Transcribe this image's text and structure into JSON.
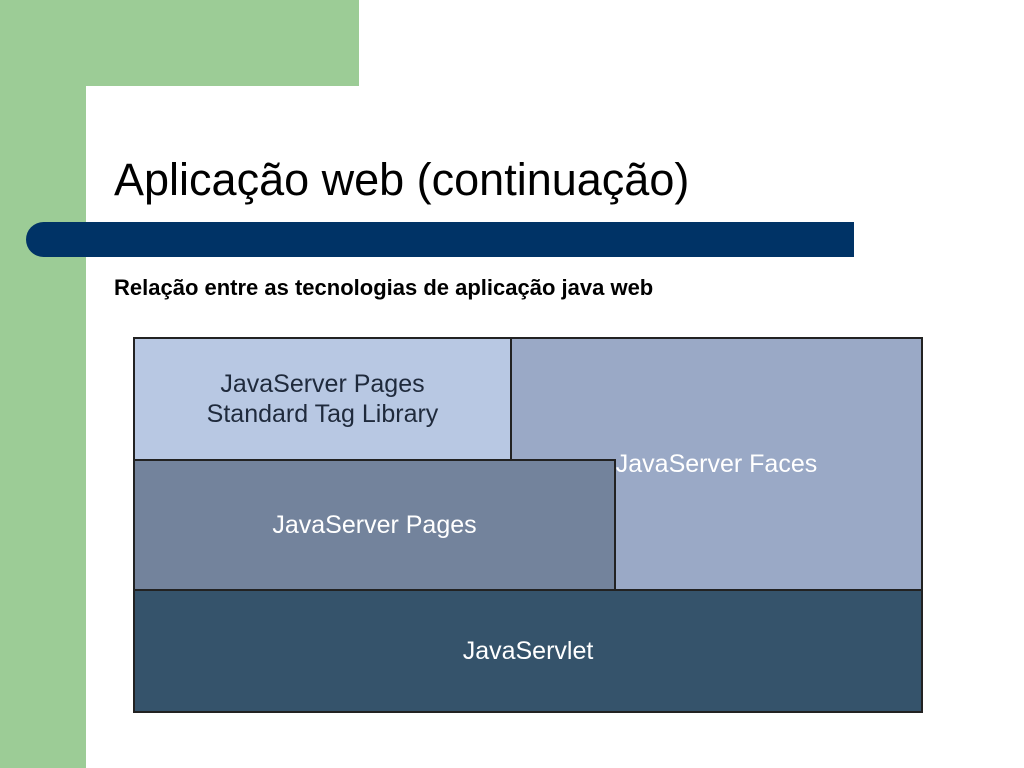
{
  "slide": {
    "title": "Aplicação web (continuação)",
    "subtitle": "Relação entre as tecnologias de aplicação java web"
  },
  "diagram": {
    "layers": {
      "jstl": "JavaServer Pages\nStandard Tag Library",
      "jsf": "JavaServer Faces",
      "jsp": "JavaServer Pages",
      "servlet": "JavaServlet"
    }
  },
  "colors": {
    "green_accent": "#9ccc96",
    "blue_bar": "#003366",
    "jstl_fill": "#b8c8e3",
    "jsf_fill": "#9aa9c6",
    "jsp_fill": "#73839c",
    "servlet_fill": "#35536b"
  }
}
